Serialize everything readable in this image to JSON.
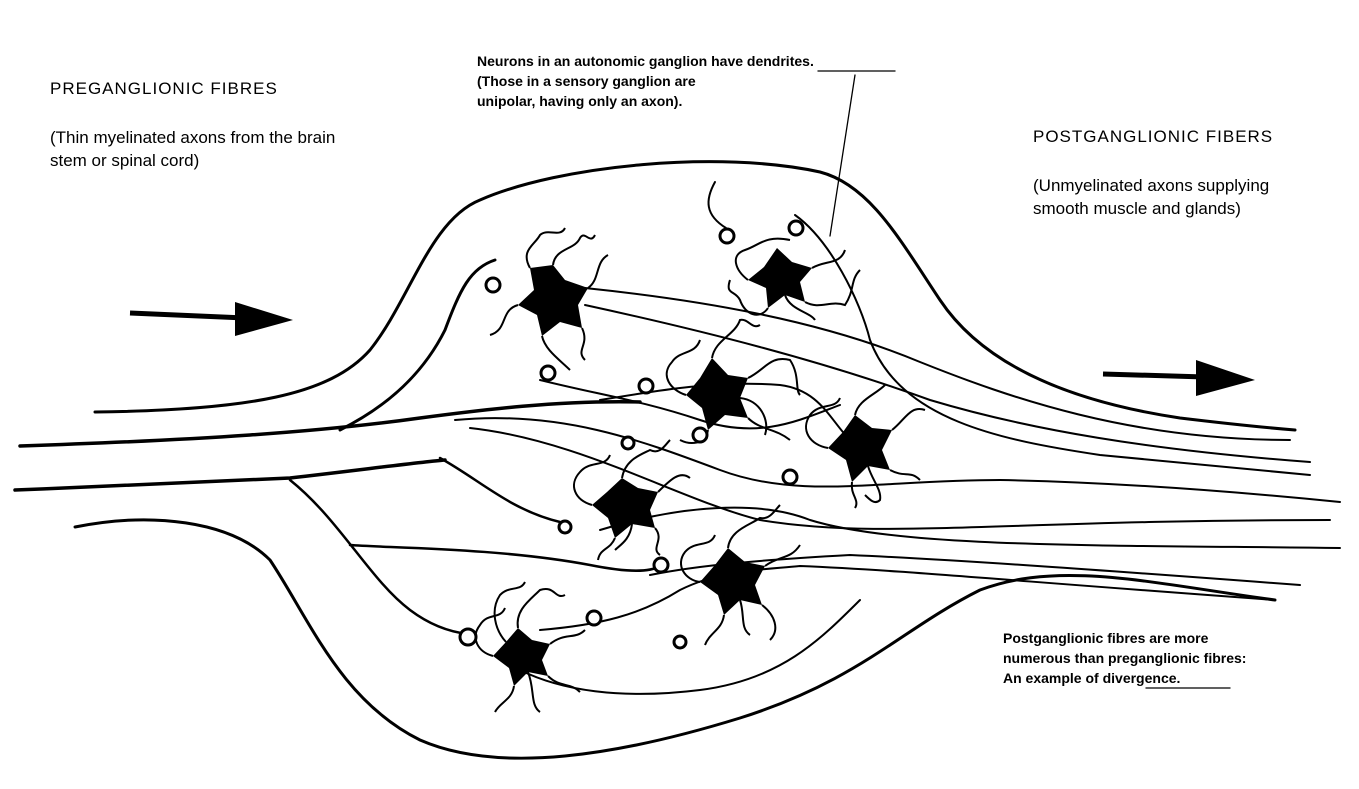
{
  "labels": {
    "pre_title": "PREGANGLIONIC  FIBRES",
    "pre_desc": "(Thin myelinated axons from the brain\nstem or spinal cord)",
    "post_title": "POSTGANGLIONIC  FIBERS",
    "post_desc": "(Unmyelinated axons supplying\nsmooth muscle and glands)",
    "top_note_part1": "Neurons in an autonomic ganglion have ",
    "top_note_emph": "dendrites",
    "top_note_part2": ".\n(Those in a sensory ganglion are\nunipolar, having only an axon).",
    "bottom_note_part1": "Postganglionic fibres are more\nnumerous than preganglionic fibres:\n  An example of  ",
    "bottom_note_emph": "divergence",
    "bottom_note_part2": "."
  },
  "icons": {
    "input_arrow": "right-arrow",
    "output_arrow": "right-arrow",
    "neuron_body": "star-blob",
    "synapse": "ring"
  },
  "colors": {
    "ink": "#000000",
    "background": "#ffffff"
  }
}
